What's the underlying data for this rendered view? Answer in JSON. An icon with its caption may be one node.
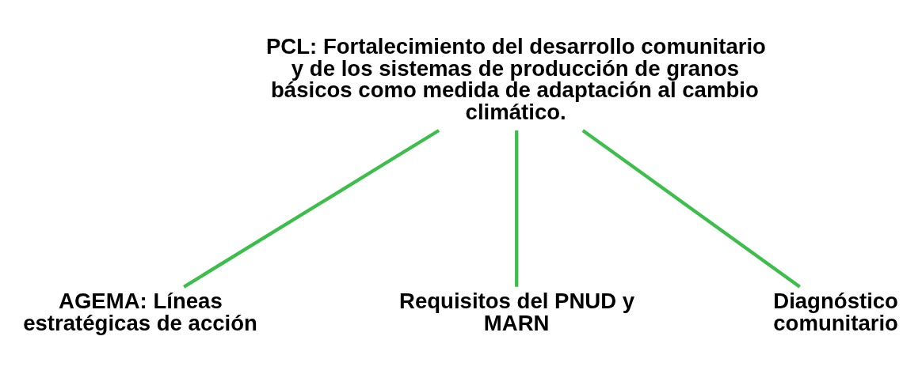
{
  "diagram": {
    "nodes": [
      {
        "text": [
          "PCL: Fortalecimiento del desarrollo comunitario y de los sistemas de producción de granos básicos como medida de adaptación al cambio climático."
        ]
      },
      {
        "text": [
          "AGEMA: Líneas estratégicas de acción"
        ]
      },
      {
        "text": [
          "Requisitos del PNUD y MARN"
        ]
      },
      {
        "text": [
          "Diagnóstico comunitario"
        ]
      }
    ],
    "edges": [
      {
        "from": 0,
        "to": 1,
        "arrow": "none"
      },
      {
        "from": 0,
        "to": 2,
        "arrow": "none"
      },
      {
        "from": 0,
        "to": 3,
        "arrow": "none"
      }
    ]
  }
}
